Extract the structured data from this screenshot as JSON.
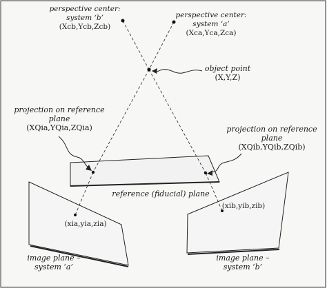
{
  "labels": {
    "pc_b": {
      "title": "perspective center:",
      "system": "system ‘b’",
      "coords": "(Xcb,Ycb,Zcb)"
    },
    "pc_a": {
      "title": "perspective center:",
      "system": "system ‘a’",
      "coords": "(Xca,Yca,Zca)"
    },
    "object_point": {
      "title": "object point",
      "coords": "(X,Y,Z)"
    },
    "proj_left": {
      "line1": "projection on reference",
      "line2": "plane",
      "coords": "(XQia,YQia,ZQia)"
    },
    "proj_right": {
      "line1": "projection on reference",
      "line2": "plane",
      "coords": "(XQib,YQib,ZQib)"
    },
    "reference_plane": "reference (fiducial) plane",
    "img_coords_a": "(xia,yia,zia)",
    "img_coords_b": "(xib,yib,zib)",
    "image_plane_a": {
      "line1": "image plane –",
      "line2": "system ‘a’"
    },
    "image_plane_b": {
      "line1": "image plane –",
      "line2": "system ‘b’"
    }
  }
}
